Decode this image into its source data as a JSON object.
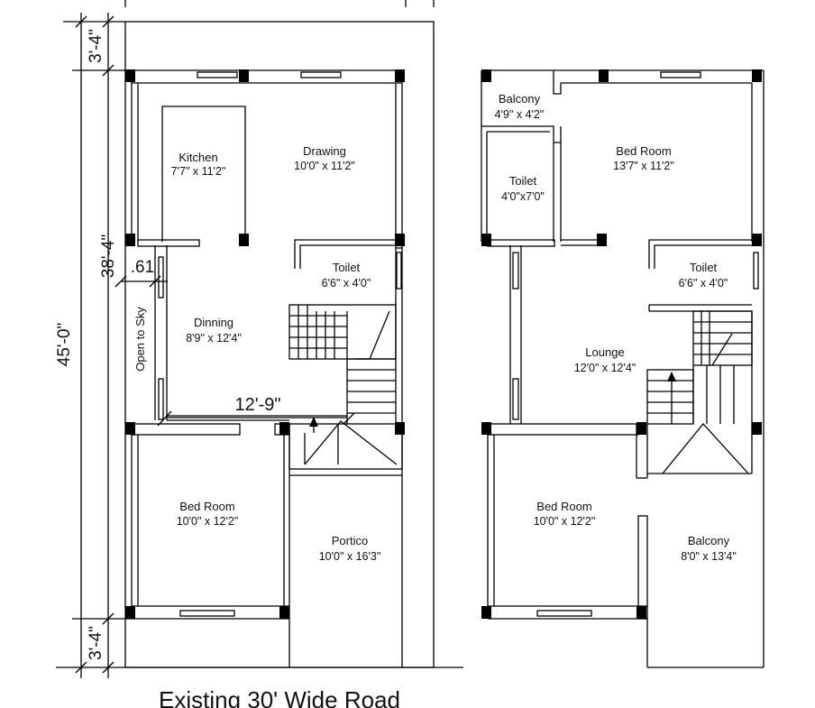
{
  "ground_floor": {
    "rooms": [
      {
        "name": "Kitchen",
        "size": "7'7\" x 11'2\""
      },
      {
        "name": "Drawing",
        "size": "10'0\" x 11'2\""
      },
      {
        "name": "Toilet",
        "size": "6'6\" x 4'0\""
      },
      {
        "name": "Dinning",
        "size": "8'9\" x 12'4\""
      },
      {
        "name": "Bed Room",
        "size": "10'0\" x 12'2\""
      },
      {
        "name": "Portico",
        "size": "10'0\" x 16'3\""
      }
    ],
    "open_to_sky": "Open to Sky",
    "interior_width": "12'-9\""
  },
  "first_floor": {
    "rooms": [
      {
        "name": "Balcony",
        "size": "4'9\" x 4'2\""
      },
      {
        "name": "Bed Room",
        "size": "13'7\" x 11'2\""
      },
      {
        "name": "Toilet",
        "size": "4'0\"x7'0\""
      },
      {
        "name": "Toilet",
        "size": "6'6\" x 4'0\""
      },
      {
        "name": "Lounge",
        "size": "12'0\" x 12'4\""
      },
      {
        "name": "Bed Room",
        "size": "10'0\" x 12'2\""
      },
      {
        "name": "Balcony",
        "size": "8'0\" x 13'4\""
      }
    ]
  },
  "dimensions": {
    "overall": "45'-0\"",
    "top_setback": "3'-4\"",
    "middle": "38'-4\"",
    "bottom_setback": "3'-4\"",
    "small_offset": ".61"
  },
  "road_label": "Existing 30' Wide Road"
}
